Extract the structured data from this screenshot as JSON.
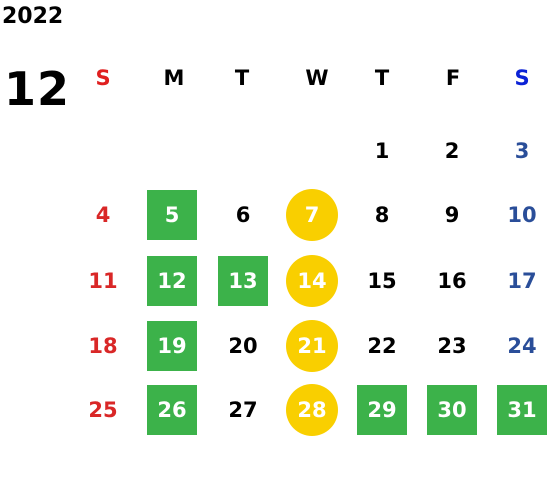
{
  "year": "2022",
  "month": "12",
  "weekdays": [
    "S",
    "M",
    "T",
    "W",
    "T",
    "F",
    "S"
  ],
  "days": [
    {
      "d": "1",
      "row": 0,
      "col": 4,
      "style": "normal"
    },
    {
      "d": "2",
      "row": 0,
      "col": 5,
      "style": "normal"
    },
    {
      "d": "3",
      "row": 0,
      "col": 6,
      "style": "sat"
    },
    {
      "d": "4",
      "row": 1,
      "col": 0,
      "style": "sun"
    },
    {
      "d": "5",
      "row": 1,
      "col": 1,
      "style": "green"
    },
    {
      "d": "6",
      "row": 1,
      "col": 2,
      "style": "normal"
    },
    {
      "d": "7",
      "row": 1,
      "col": 3,
      "style": "yellow"
    },
    {
      "d": "8",
      "row": 1,
      "col": 4,
      "style": "normal"
    },
    {
      "d": "9",
      "row": 1,
      "col": 5,
      "style": "normal"
    },
    {
      "d": "10",
      "row": 1,
      "col": 6,
      "style": "sat"
    },
    {
      "d": "11",
      "row": 2,
      "col": 0,
      "style": "sun"
    },
    {
      "d": "12",
      "row": 2,
      "col": 1,
      "style": "green"
    },
    {
      "d": "13",
      "row": 2,
      "col": 2,
      "style": "green"
    },
    {
      "d": "14",
      "row": 2,
      "col": 3,
      "style": "yellow"
    },
    {
      "d": "15",
      "row": 2,
      "col": 4,
      "style": "normal"
    },
    {
      "d": "16",
      "row": 2,
      "col": 5,
      "style": "normal"
    },
    {
      "d": "17",
      "row": 2,
      "col": 6,
      "style": "sat"
    },
    {
      "d": "18",
      "row": 3,
      "col": 0,
      "style": "sun"
    },
    {
      "d": "19",
      "row": 3,
      "col": 1,
      "style": "green"
    },
    {
      "d": "20",
      "row": 3,
      "col": 2,
      "style": "normal"
    },
    {
      "d": "21",
      "row": 3,
      "col": 3,
      "style": "yellow"
    },
    {
      "d": "22",
      "row": 3,
      "col": 4,
      "style": "normal"
    },
    {
      "d": "23",
      "row": 3,
      "col": 5,
      "style": "normal"
    },
    {
      "d": "24",
      "row": 3,
      "col": 6,
      "style": "sat"
    },
    {
      "d": "25",
      "row": 4,
      "col": 0,
      "style": "sun"
    },
    {
      "d": "26",
      "row": 4,
      "col": 1,
      "style": "green"
    },
    {
      "d": "27",
      "row": 4,
      "col": 2,
      "style": "normal"
    },
    {
      "d": "28",
      "row": 4,
      "col": 3,
      "style": "yellow"
    },
    {
      "d": "29",
      "row": 4,
      "col": 4,
      "style": "green"
    },
    {
      "d": "30",
      "row": 4,
      "col": 5,
      "style": "green"
    },
    {
      "d": "31",
      "row": 4,
      "col": 6,
      "style": "green"
    }
  ],
  "colors": {
    "green": "#3cb24a",
    "yellow": "#f9cf00",
    "sunday": "#d92727",
    "saturday": "#2a4e99"
  }
}
